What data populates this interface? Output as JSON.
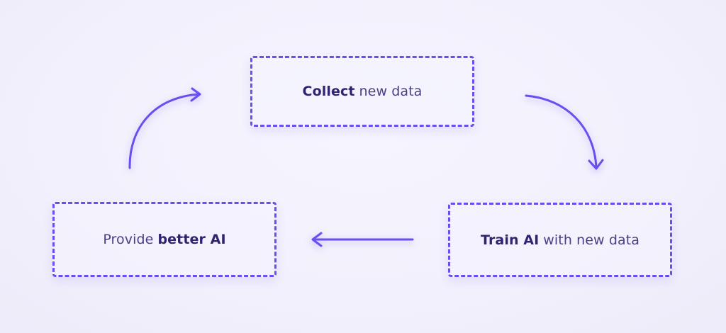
{
  "diagram": {
    "nodes": [
      {
        "id": "collect",
        "strong": "Collect",
        "light": "new data",
        "order": "strong-first"
      },
      {
        "id": "train",
        "strong": "Train AI",
        "light": "with new data",
        "order": "strong-first"
      },
      {
        "id": "provide",
        "strong": "better AI",
        "light": "Provide",
        "order": "light-first"
      }
    ],
    "edges": [
      {
        "from": "collect",
        "to": "train"
      },
      {
        "from": "train",
        "to": "provide"
      },
      {
        "from": "provide",
        "to": "collect"
      }
    ],
    "colors": {
      "accent": "#6a4ff0",
      "text": "#3a2d7a",
      "background": "#f3f1fd"
    }
  }
}
